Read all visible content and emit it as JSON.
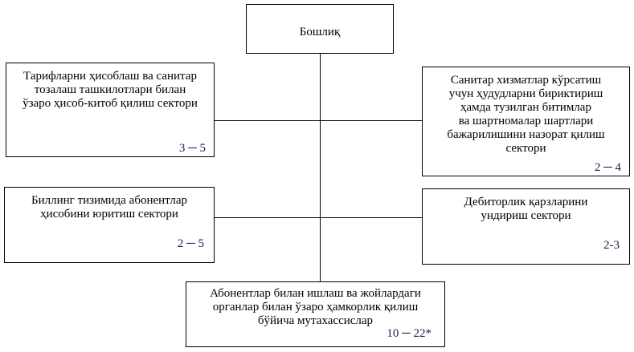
{
  "head": {
    "label": "Бошлиқ"
  },
  "sectors": {
    "tariff": {
      "label": "Тарифларни ҳисоблаш ва санитар\nтозалаш ташкилотлари билан\nўзаро ҳисоб-китоб қилиш сектори",
      "count": "3 ─ 5"
    },
    "sanitary": {
      "label": "Санитар хизматлар кўрсатиш\nучун ҳудудларни бириктириш\nҳамда тузилган битимлар\nва шартномалар шартлари\nбажарилишини назорат қилиш\nсектори",
      "count": "2 ─ 4"
    },
    "billing": {
      "label": "Биллинг тизимида абонентлар\nҳисобини юритиш сектори",
      "count": "2 ─ 5"
    },
    "debt": {
      "label": "Дебиторлик қарзларини\nундириш сектори",
      "count": "2-3"
    },
    "specialists": {
      "label": "Абонентлар билан ишлаш ва жойлардаги\nорганлар   билан ўзаро ҳамкорлик қилиш\nбўйича мутахассислар",
      "count": "10 ─ 22*"
    }
  }
}
